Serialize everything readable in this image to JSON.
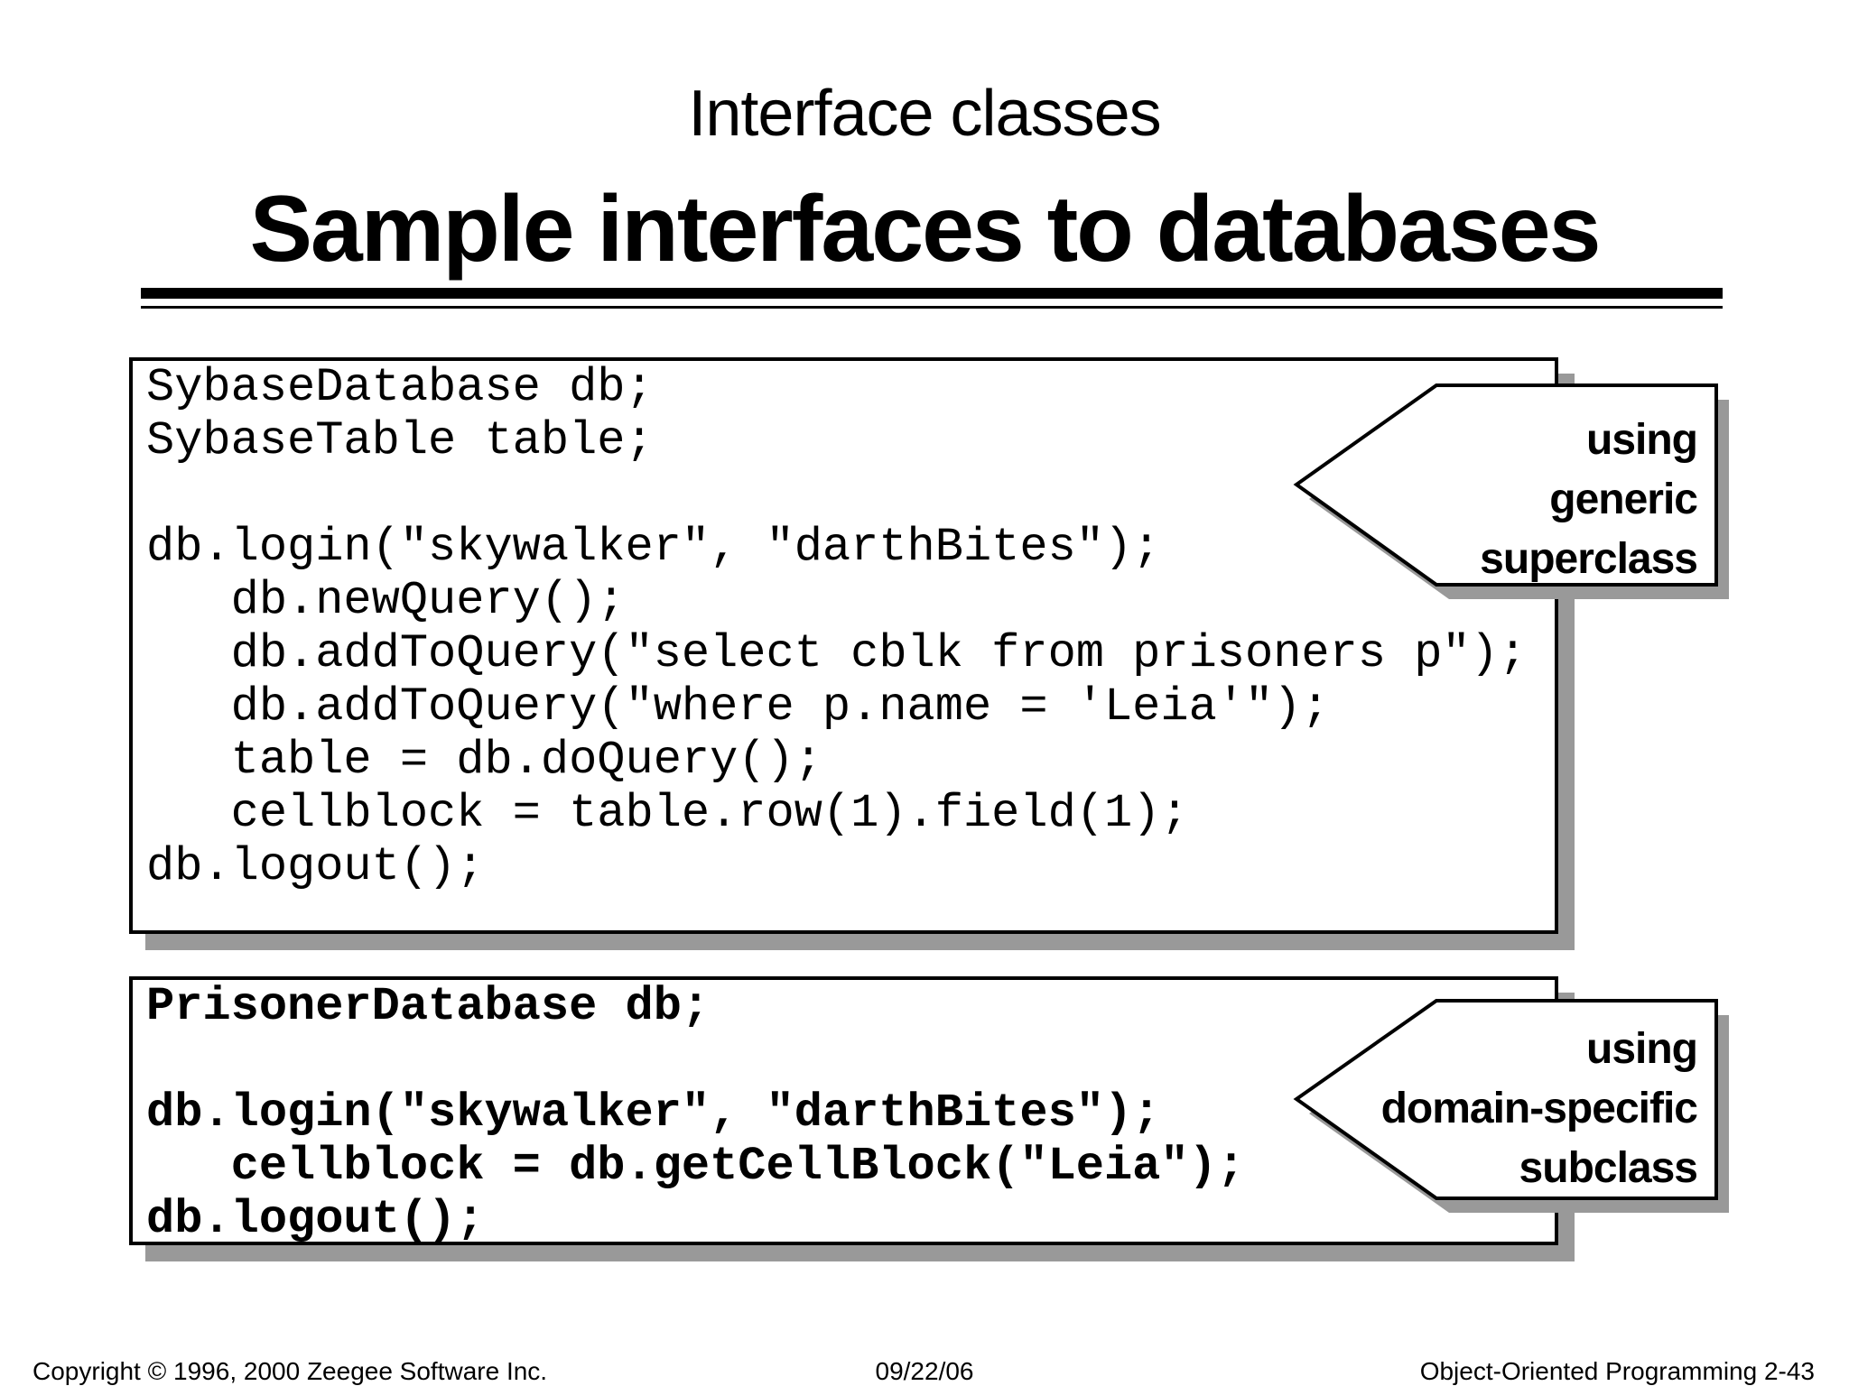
{
  "kicker": "Interface classes",
  "title": "Sample interfaces to databases",
  "code_boxes": [
    {
      "id": "generic-superclass-example",
      "lines": [
        "SybaseDatabase db;",
        "SybaseTable table;",
        "",
        "db.login(\"skywalker\", \"darthBites\");",
        "   db.newQuery();",
        "   db.addToQuery(\"select cblk from prisoners p\");",
        "   db.addToQuery(\"where p.name = 'Leia'\");",
        "   table = db.doQuery();",
        "   cellblock = table.row(1).field(1);",
        "db.logout();"
      ]
    },
    {
      "id": "domain-specific-subclass-example",
      "lines": [
        "PrisonerDatabase db;",
        "",
        "db.login(\"skywalker\", \"darthBites\");",
        "   cellblock = db.getCellBlock(\"Leia\");",
        "db.logout();"
      ]
    }
  ],
  "callouts": [
    {
      "lines": [
        "using",
        "generic",
        "superclass"
      ]
    },
    {
      "lines": [
        "using",
        "domain-specific",
        "subclass"
      ]
    }
  ],
  "footer": {
    "left": "Copyright © 1996, 2000 Zeegee Software Inc.",
    "center": "09/22/06",
    "right": "Object-Oriented Programming 2-43"
  },
  "colors": {
    "ink": "#000000",
    "background": "#ffffff",
    "shadow": "#999999"
  }
}
